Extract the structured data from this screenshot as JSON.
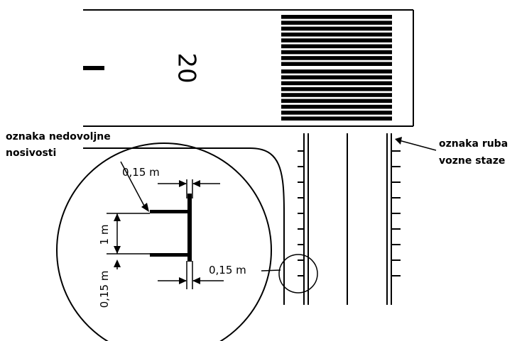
{
  "labels": {
    "weak_bearing_line1": "oznaka nedovoljne",
    "weak_bearing_line2": "nosivosti",
    "edge_line1": "oznaka ruba",
    "edge_line2": "vozne staze",
    "runway_number": "20"
  },
  "dimensions": {
    "top_width": "0,15 m",
    "right_width": "0,15 m",
    "length": "1 m",
    "gap": "0,15 m"
  },
  "colors": {
    "ink": "#000000",
    "background": "#ffffff"
  }
}
